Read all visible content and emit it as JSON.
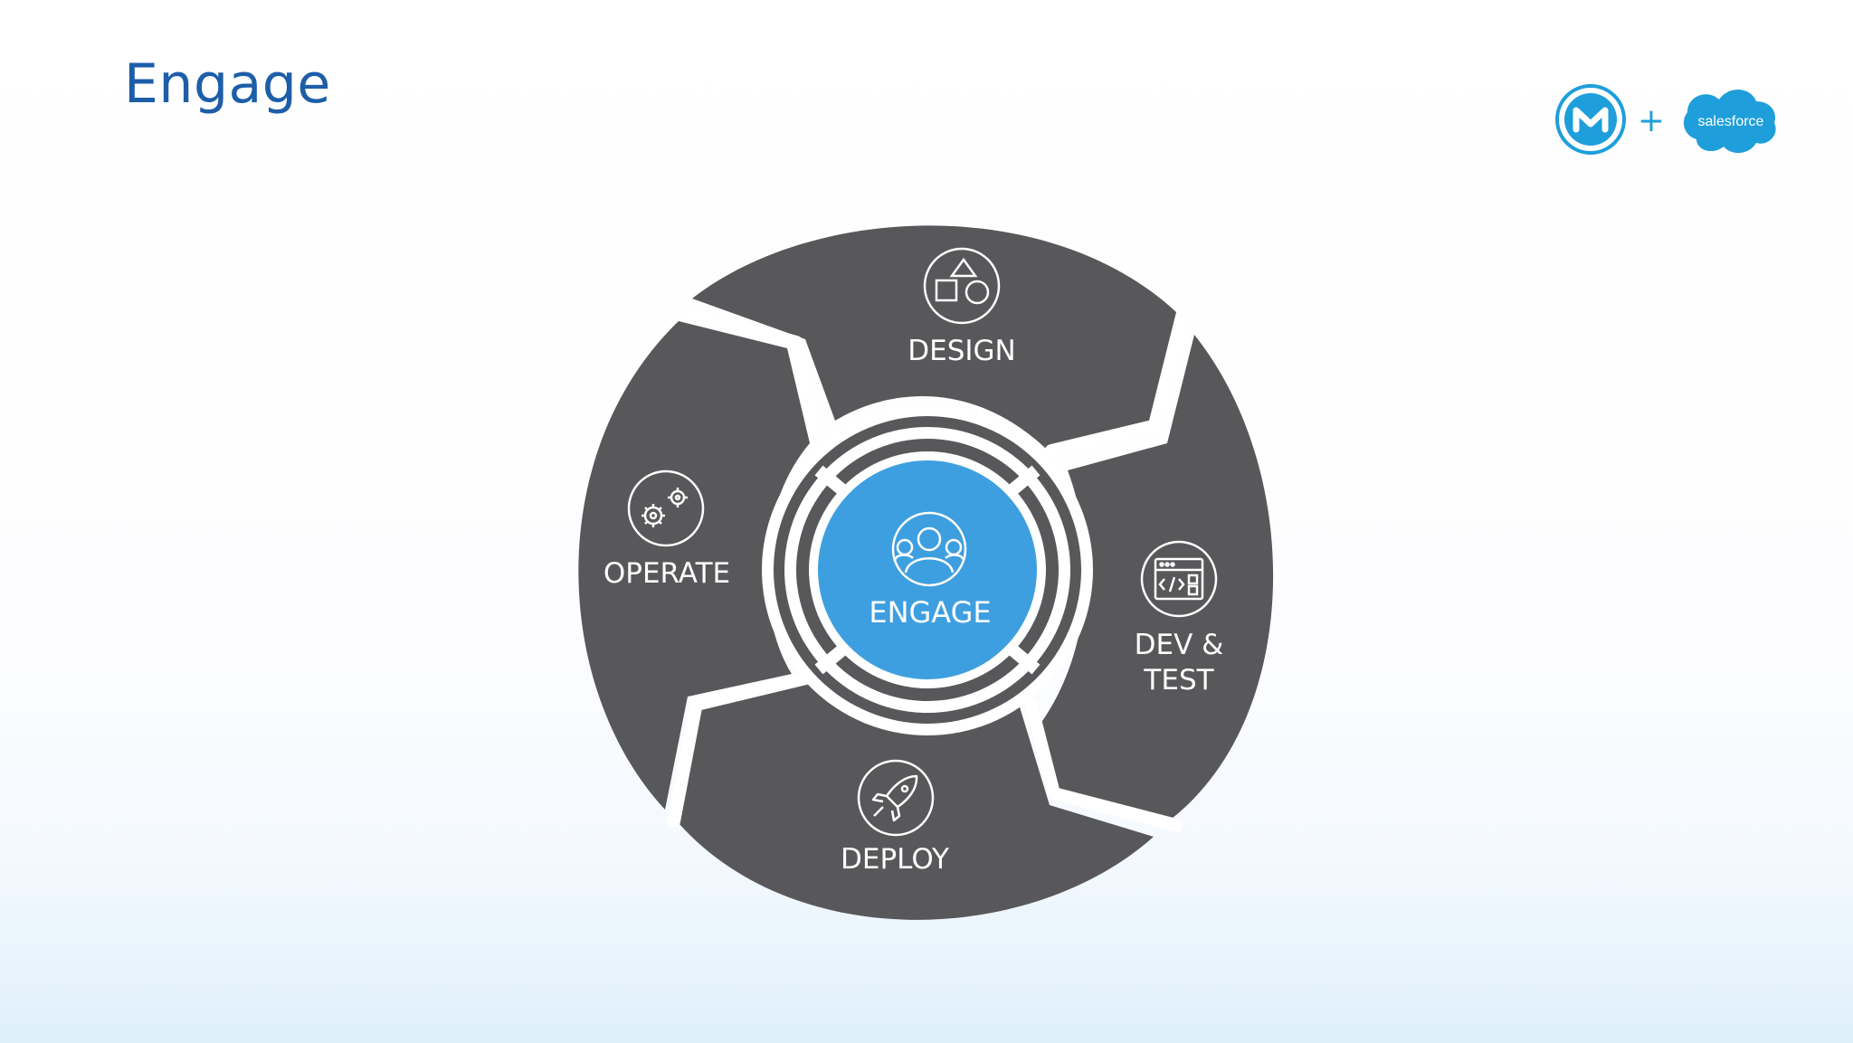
{
  "slide": {
    "title": "Engage"
  },
  "logos": {
    "left_logo_icon": "mulesoft-logo",
    "plus": "+",
    "right_logo_text": "salesforce"
  },
  "diagram": {
    "center": {
      "label": "ENGAGE",
      "icon": "people-group-icon",
      "color": "#3e9fe0"
    },
    "segment_color": "#58585b",
    "segments": [
      {
        "label": "DESIGN",
        "icon": "shapes-icon"
      },
      {
        "label_line1": "DEV &",
        "label_line2": "TEST",
        "icon": "code-window-icon"
      },
      {
        "label": "DEPLOY",
        "icon": "rocket-icon"
      },
      {
        "label": "OPERATE",
        "icon": "gears-icon"
      }
    ]
  }
}
